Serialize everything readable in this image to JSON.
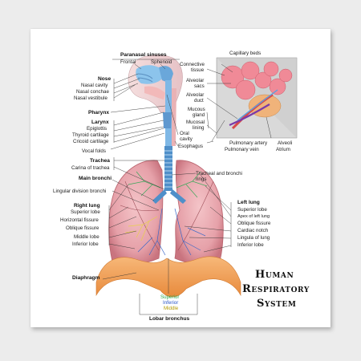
{
  "title_lines": [
    "Human",
    "Respiratory",
    "System"
  ],
  "labels": {
    "paranasal_sinuses": "Paranasal sinuses",
    "frontal": "Frontal",
    "sphenoid": "Sphenoid",
    "nose": "Nose",
    "nasal_cavity": "Nasal cavity",
    "nasal_conchae": "Nasal conchae",
    "nasal_vestibule": "Nasal vestibule",
    "pharynx": "Pharynx",
    "larynx": "Larynx",
    "epiglottis": "Epiglottis",
    "thyroid_cartilage": "Thyroid cartilage",
    "cricoid_cartilage": "Cricoid cartilage",
    "vocal_folds": "Vocal folds",
    "trachea": "Trachea",
    "carina": "Carina of trachea",
    "main_bronchi": "Main bronchi",
    "lingular_division": "Lingular division bronchi",
    "right_lung": "Right lung",
    "r_superior_lobe": "Superior lobe",
    "horizontal_fissure": "Horizontal fissure",
    "r_oblique_fissure": "Oblique fissure",
    "middle_lobe": "Middle lobe",
    "r_inferior_lobe": "Inferior lobe",
    "diaphragm": "Diaphragm",
    "oral_cavity_1": "Oral",
    "oral_cavity_2": "cavity",
    "esophagus": "Esophagus",
    "capillary_beds": "Capillary beds",
    "connective_tissue_1": "Connective",
    "connective_tissue_2": "tissue",
    "alveolar_sacs_1": "Alveolar",
    "alveolar_sacs_2": "sacs",
    "alveolar_duct_1": "Alveolar",
    "alveolar_duct_2": "duct",
    "mucous_gland_1": "Mucous",
    "mucous_gland_2": "gland",
    "mucosal_lining_1": "Mucosal",
    "mucosal_lining_2": "lining",
    "pulmonary_artery": "Pulmonary artery",
    "pulmonary_vein": "Pulmonary vein",
    "alveoli": "Alveoli",
    "atrium": "Atrium",
    "tracheal_rings_1": "Tracheal and bronchi",
    "tracheal_rings_2": "rings",
    "left_lung": "Left lung",
    "l_superior_lobe": "Superior lobe",
    "apex": "Apex of left lung",
    "l_oblique_fissure": "Oblique fissure",
    "cardiac_notch": "Cardiac notch",
    "lingula": "Lingula of lung",
    "l_inferior_lobe": "Inferior lobe",
    "superior": "Superior",
    "inferior": "Inferior",
    "middle": "Middle",
    "lobar_bronchus": "Lobar bronchus"
  },
  "colors": {
    "lung": "#e9a7ae",
    "lung_dark": "#c9747f",
    "diaphragm": "#f0a057",
    "airway": "#7fb8e6",
    "trachea": "#4f8fc9",
    "alveoli": "#f08a97",
    "artery": "#d84a4a",
    "vein": "#7a3aa8"
  }
}
